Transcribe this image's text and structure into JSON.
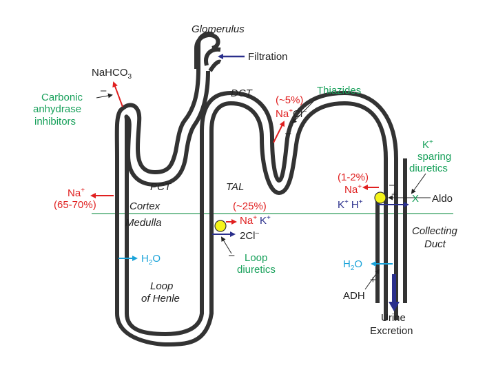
{
  "colors": {
    "tubule": "#333333",
    "red": "#e02020",
    "blue": "#2a2f8c",
    "cyan": "#1aa3d9",
    "green": "#17a05a",
    "boundary": "#2e9c5a",
    "pump": "#f5f51a",
    "text": "#222222"
  },
  "labels": {
    "glomerulus": "Glomerulus",
    "filtration": "Filtration",
    "nahco3_main": "NaHCO",
    "nahco3_sub": "3",
    "carbonic_line1": "Carbonic",
    "carbonic_line2": "anhydrase",
    "carbonic_line3": "inhibitors",
    "dct": "DCT",
    "dct_pct": "(~5%)",
    "dct_na": "Na",
    "dct_cl": "Cl",
    "thiazides": "Thiazides",
    "k_sparing_k": "K",
    "k_sparing_line2": "sparing",
    "k_sparing_line3": "diuretics",
    "cd_pct": "(1-2%)",
    "cd_na": "Na",
    "cd_k": "K",
    "cd_h": "H",
    "x_label": "X",
    "aldo": "Aldo",
    "pct": "PCT",
    "tal": "TAL",
    "pct_na": "Na",
    "pct_pct": "(65-70%)",
    "cortex": "Cortex",
    "medulla": "Medulla",
    "tal_pct": "(~25%)",
    "tal_na": "Na",
    "tal_k": "K",
    "tal_cl_prefix": "2Cl",
    "loop_diuretics_line1": "Loop",
    "loop_diuretics_line2": "diuretics",
    "collecting_line1": "Collecting",
    "collecting_line2": "Duct",
    "h2o_loop_main": "H",
    "h2o_loop_sub": "2",
    "h2o_loop_end": "O",
    "h2o_cd_main": "H",
    "h2o_cd_sub": "2",
    "h2o_cd_end": "O",
    "adh": "ADH",
    "loop_henle_line1": "Loop",
    "loop_henle_line2": "of Henle",
    "urine_line1": "Urine",
    "urine_line2": "Excretion",
    "plus": "+",
    "minus": "–",
    "minus_sign": "–"
  }
}
